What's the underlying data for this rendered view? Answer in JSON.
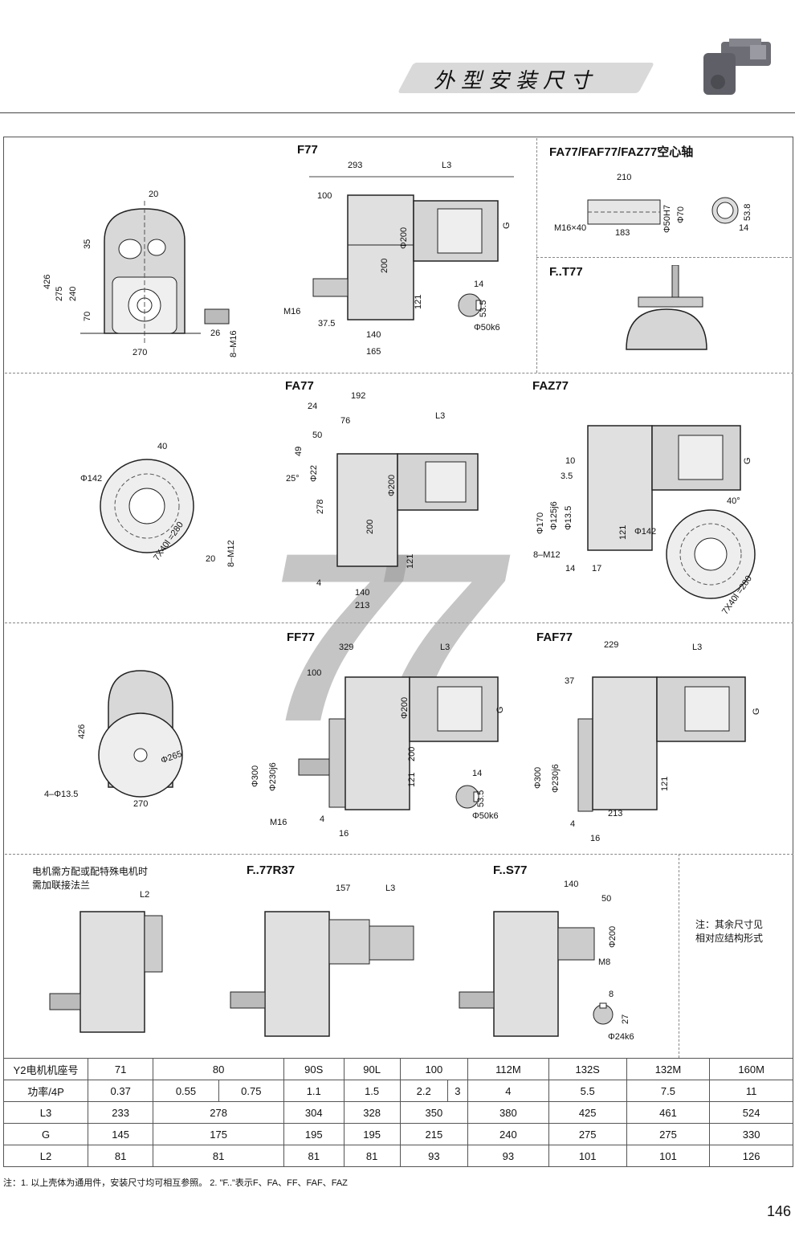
{
  "header": {
    "title": "外型安装尺寸"
  },
  "sections": {
    "f77": {
      "title": "F77",
      "dims": {
        "top_width": "20",
        "height_426": "426",
        "h275": "275",
        "h240": "240",
        "h35": "35",
        "h70": "70",
        "w270": "270",
        "key26": "26",
        "bolt_m16": "8–M16",
        "w293": "293",
        "l3": "L3",
        "w100": "100",
        "g": "G",
        "d200": "Φ200",
        "h200": "200",
        "h121": "121",
        "m16": "M16",
        "w37_5": "37.5",
        "w140": "140",
        "w165": "165",
        "key14": "14",
        "key53_5": "53.5",
        "shaft": "Φ50k6"
      }
    },
    "fa77_hollow": {
      "title": "FA77/FAF77/FAZ77空心轴",
      "dims": {
        "w210": "210",
        "m16x40": "M16×40",
        "w183": "183",
        "d50h7": "Φ50H7",
        "d70": "Φ70",
        "h53_8": "53.8",
        "w14": "14"
      }
    },
    "ft77": {
      "title": "F..T77"
    },
    "fa77": {
      "title": "FA77",
      "dims": {
        "d40": "40",
        "d142": "Φ142",
        "bolt_circle": "7X40l =280",
        "key20": "20",
        "m12": "8–M12",
        "w192": "192",
        "w24": "24",
        "w76": "76",
        "w50": "50",
        "h49": "49",
        "d22": "Φ22",
        "a25": "25°",
        "l3": "L3",
        "d200": "Φ200",
        "h278": "278",
        "h200": "200",
        "h121": "121",
        "w4": "4",
        "w140": "140",
        "w213": "213"
      }
    },
    "faz77": {
      "title": "FAZ77",
      "dims": {
        "w10": "10",
        "w3_5": "3.5",
        "g": "G",
        "d170": "Φ170",
        "d125j6": "Φ125j6",
        "d13_5": "Φ13.5",
        "h121": "121",
        "m12": "8–M12",
        "w14": "14",
        "w17": "17",
        "d142": "Φ142",
        "a40": "40°",
        "bolt_circle": "7X40l =280"
      }
    },
    "ff77": {
      "title": "FF77",
      "dims": {
        "h426": "426",
        "d265": "Φ265",
        "holes": "4–Φ13.5",
        "w270": "270",
        "w329": "329",
        "l3": "L3",
        "w100": "100",
        "d200": "Φ200",
        "g": "G",
        "d300": "Φ300",
        "d230j6": "Φ230j6",
        "h200": "200",
        "h121": "121",
        "m16": "M16",
        "w4": "4",
        "w16": "16",
        "key14": "14",
        "key53_5": "53.5",
        "shaft": "Φ50k6"
      }
    },
    "faf77": {
      "title": "FAF77",
      "dims": {
        "w229": "229",
        "l3": "L3",
        "w37": "37",
        "g": "G",
        "d300": "Φ300",
        "d230j6": "Φ230j6",
        "h121": "121",
        "w213": "213",
        "w4": "4",
        "w16": "16"
      }
    },
    "motor_note": {
      "text_line1": "电机需方配或配特殊电机时",
      "text_line2": "需加联接法兰",
      "l2": "L2"
    },
    "f77r37": {
      "title": "F..77R37",
      "dims": {
        "w157": "157",
        "l3": "L3"
      }
    },
    "fs77": {
      "title": "F..S77",
      "dims": {
        "w140": "140",
        "w50": "50",
        "d200": "Φ200",
        "m8": "M8",
        "key8": "8",
        "key27": "27",
        "shaft": "Φ24k6"
      }
    },
    "side_note": {
      "line1": "注：其余尺寸见",
      "line2": "相对应结构形式"
    }
  },
  "watermark": "77",
  "table": {
    "rows": [
      [
        "Y2电机机座号",
        "71",
        "80",
        "",
        "90S",
        "90L",
        "100",
        "",
        "112M",
        "132S",
        "132M",
        "160M"
      ],
      [
        "功率/4P",
        "0.37",
        "0.55",
        "0.75",
        "1.1",
        "1.5",
        "2.2",
        "3",
        "4",
        "5.5",
        "7.5",
        "11"
      ],
      [
        "L3",
        "233",
        "278",
        "",
        "304",
        "328",
        "350",
        "",
        "380",
        "425",
        "461",
        "524"
      ],
      [
        "G",
        "145",
        "175",
        "",
        "195",
        "195",
        "215",
        "",
        "240",
        "275",
        "275",
        "330"
      ],
      [
        "L2",
        "81",
        "81",
        "",
        "81",
        "81",
        "93",
        "",
        "93",
        "101",
        "101",
        "126"
      ]
    ]
  },
  "footnote": "注：1. 以上壳体为通用件，安装尺寸均可相互参照。   2. \"F..\"表示F、FA、FF、FAF、FAZ",
  "page_number": "146"
}
